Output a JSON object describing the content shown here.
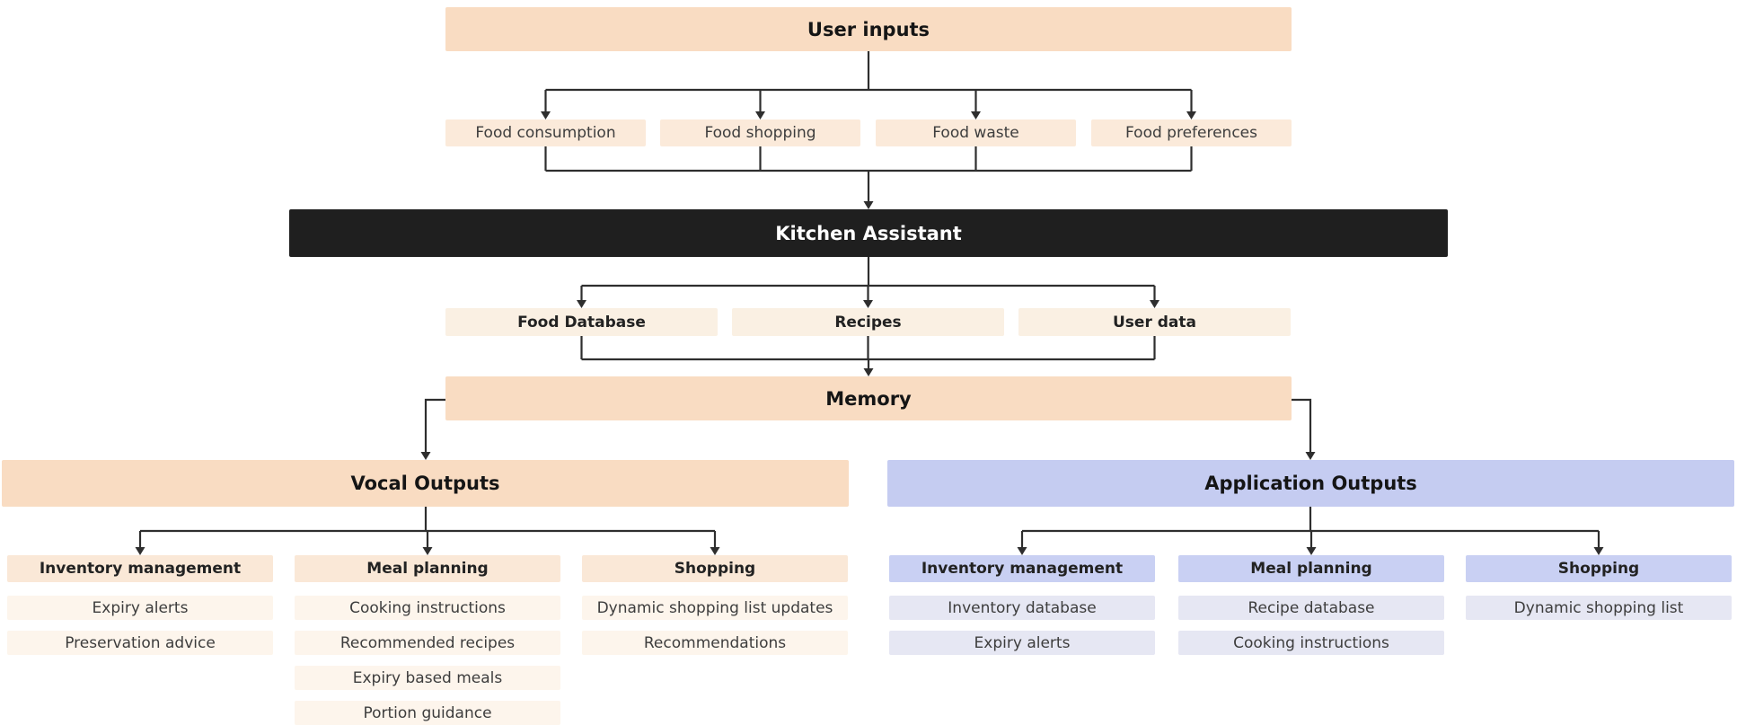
{
  "colors": {
    "peach_primary": "#f9dcc2",
    "peach_light": "#fbeada",
    "peach_cream": "#faf0e3",
    "peach_item": "#fdf5ec",
    "lavender_primary": "#c5ccf1",
    "lavender_header": "#c9d0f3",
    "lavender_item": "#e6e7f3",
    "assistant_bg": "#1f1f1f",
    "connector": "#2e2e2e"
  },
  "flow": {
    "user_inputs": "User inputs",
    "input_types": [
      "Food consumption",
      "Food shopping",
      "Food waste",
      "Food preferences"
    ],
    "assistant": "Kitchen Assistant",
    "knowledge": [
      "Food Database",
      "Recipes",
      "User data"
    ],
    "memory": "Memory",
    "vocal": {
      "title": "Vocal Outputs",
      "columns": [
        {
          "header": "Inventory management",
          "items": [
            "Expiry alerts",
            "Preservation advice"
          ]
        },
        {
          "header": "Meal planning",
          "items": [
            "Cooking instructions",
            "Recommended recipes",
            "Expiry based meals",
            "Portion guidance"
          ]
        },
        {
          "header": "Shopping",
          "items": [
            "Dynamic shopping list updates",
            "Recommendations"
          ]
        }
      ]
    },
    "application": {
      "title": "Application Outputs",
      "columns": [
        {
          "header": "Inventory management",
          "items": [
            "Inventory database",
            "Expiry alerts"
          ]
        },
        {
          "header": "Meal planning",
          "items": [
            "Recipe database",
            "Cooking instructions"
          ]
        },
        {
          "header": "Shopping",
          "items": [
            "Dynamic shopping list"
          ]
        }
      ]
    }
  }
}
